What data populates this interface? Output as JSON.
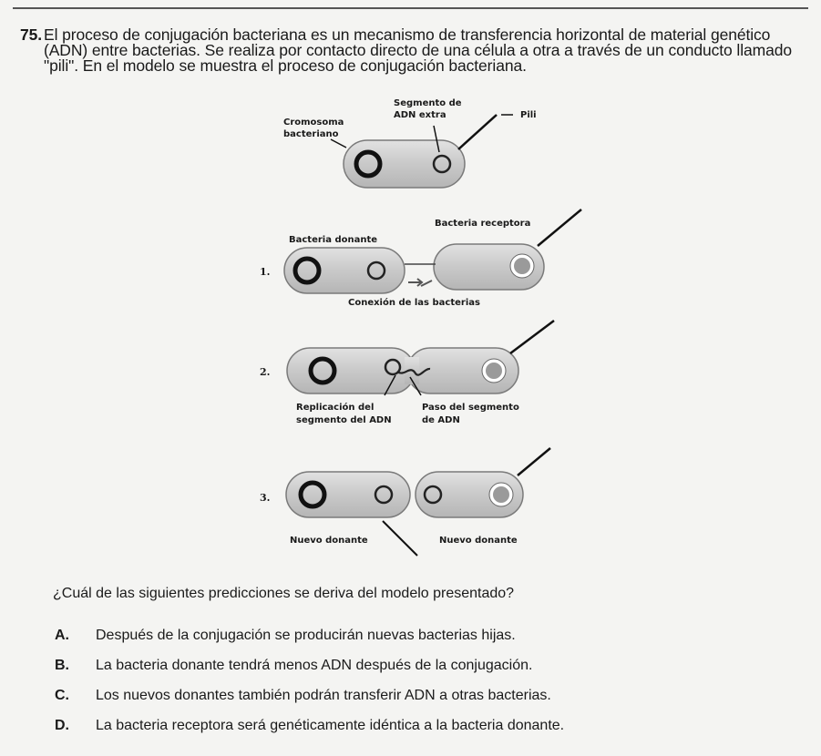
{
  "question": {
    "number": "75.",
    "text": "El proceso de conjugación bacteriana es un mecanismo de transferencia horizontal de material genético (ADN) entre bacterias. Se realiza por contacto directo de una célula a otra a través de un conducto llamado \"pili\". En el modelo se muestra el proceso de conjugación bacteriana."
  },
  "diagram": {
    "label_chromosome_1": "Cromosoma",
    "label_chromosome_2": "bacteriano",
    "label_segment_1": "Segmento de",
    "label_segment_2": "ADN extra",
    "label_pili": "Pili",
    "label_donor": "Bacteria donante",
    "label_receptor": "Bacteria receptora",
    "step1_number": "1.",
    "label_connection": "Conexión de las bacterias",
    "step2_number": "2.",
    "label_replication_1": "Replicación del",
    "label_replication_2": "segmento del ADN",
    "label_passage_1": "Paso del segmento",
    "label_passage_2": "de ADN",
    "step3_number": "3.",
    "label_new_donor_left": "Nuevo donante",
    "label_new_donor_right": "Nuevo donante"
  },
  "prompt": "¿Cuál de las siguientes predicciones se deriva del modelo presentado?",
  "options": [
    {
      "letter": "A.",
      "text": "Después de la conjugación se producirán nuevas bacterias hijas."
    },
    {
      "letter": "B.",
      "text": "La bacteria donante tendrá menos ADN después de la conjugación."
    },
    {
      "letter": "C.",
      "text": "Los nuevos donantes también podrán transferir ADN a otras bacterias."
    },
    {
      "letter": "D.",
      "text": "La bacteria receptora será genéticamente idéntica a la bacteria donante."
    }
  ]
}
